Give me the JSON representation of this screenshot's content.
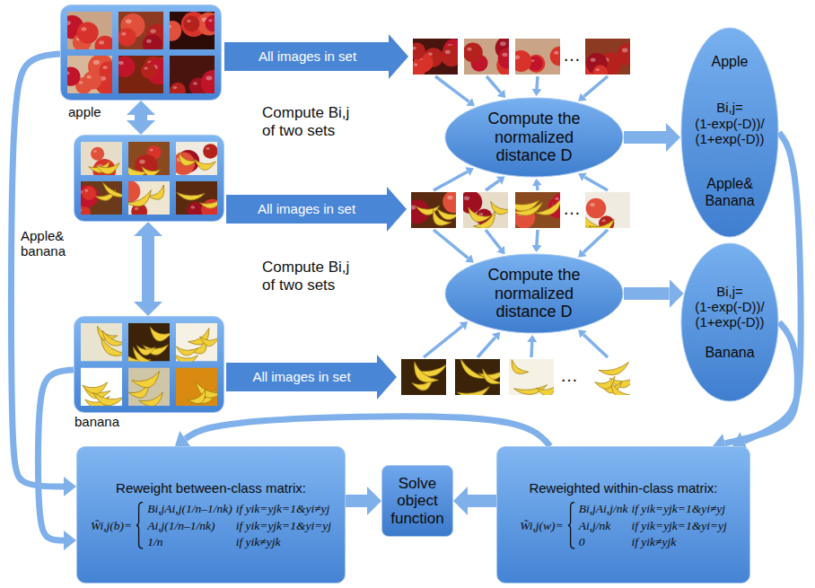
{
  "diagram": {
    "nodes": [
      {
        "text": [
          "apple"
        ]
      },
      {
        "text": [
          "Compute the normalized distance D"
        ]
      },
      {
        "text": [
          "Apple",
          "Bi,j= (1-exp(-D))/ (1+exp(-D))",
          "Apple& Banana"
        ]
      },
      {
        "text": [
          "Apple& banana"
        ]
      },
      {
        "text": [
          "Compute the normalized distance D"
        ]
      },
      {
        "text": [
          "Bi,j= (1-exp(-D))/ (1+exp(-D))",
          "Banana"
        ]
      },
      {
        "text": [
          "banana"
        ]
      },
      {
        "text": [
          "Reweight between-class matrix:",
          "W̃i,j(b)=",
          "Bi,jAi,j(1/n–1/nk)",
          "if yik=yjk=1&yi≠yj",
          "Ai,j(1/n–1/nk)",
          "if yik=yjk=1&yi=yj",
          "1/n",
          "if yik≠yjk"
        ]
      },
      {
        "text": [
          "Solve object function"
        ]
      },
      {
        "text": [
          "Reweighted within-class matrix:",
          "W̃i,j(w)=",
          "Bi,jAi,j/nk",
          "if yik=yjk=1&yi≠yj",
          "Ai,j/nk",
          "if yik=yjk=1&yi=yj",
          "0",
          "if yik≠yjk"
        ]
      }
    ],
    "edges": [
      {
        "from": 0,
        "to": 3,
        "arrow": "both",
        "label": "Compute Bi,j of two sets"
      },
      {
        "from": 3,
        "to": 6,
        "arrow": "both",
        "label": "Compute Bi,j of two sets"
      },
      {
        "from": 1,
        "to": 2,
        "arrow": "to"
      },
      {
        "from": 4,
        "to": 5,
        "arrow": "to"
      },
      {
        "from": 2,
        "to": 9,
        "arrow": "to"
      },
      {
        "from": 5,
        "to": 9,
        "arrow": "to"
      },
      {
        "from": 9,
        "to": 7,
        "arrow": "to"
      },
      {
        "from": 0,
        "to": 7,
        "arrow": "to"
      },
      {
        "from": 6,
        "to": 7,
        "arrow": "to"
      },
      {
        "from": 7,
        "to": 8,
        "arrow": "to"
      },
      {
        "from": 9,
        "to": 8,
        "arrow": "to"
      }
    ],
    "labels": [
      "All images in set",
      "…",
      "All images in set",
      "…",
      "All images in set",
      "…"
    ]
  }
}
